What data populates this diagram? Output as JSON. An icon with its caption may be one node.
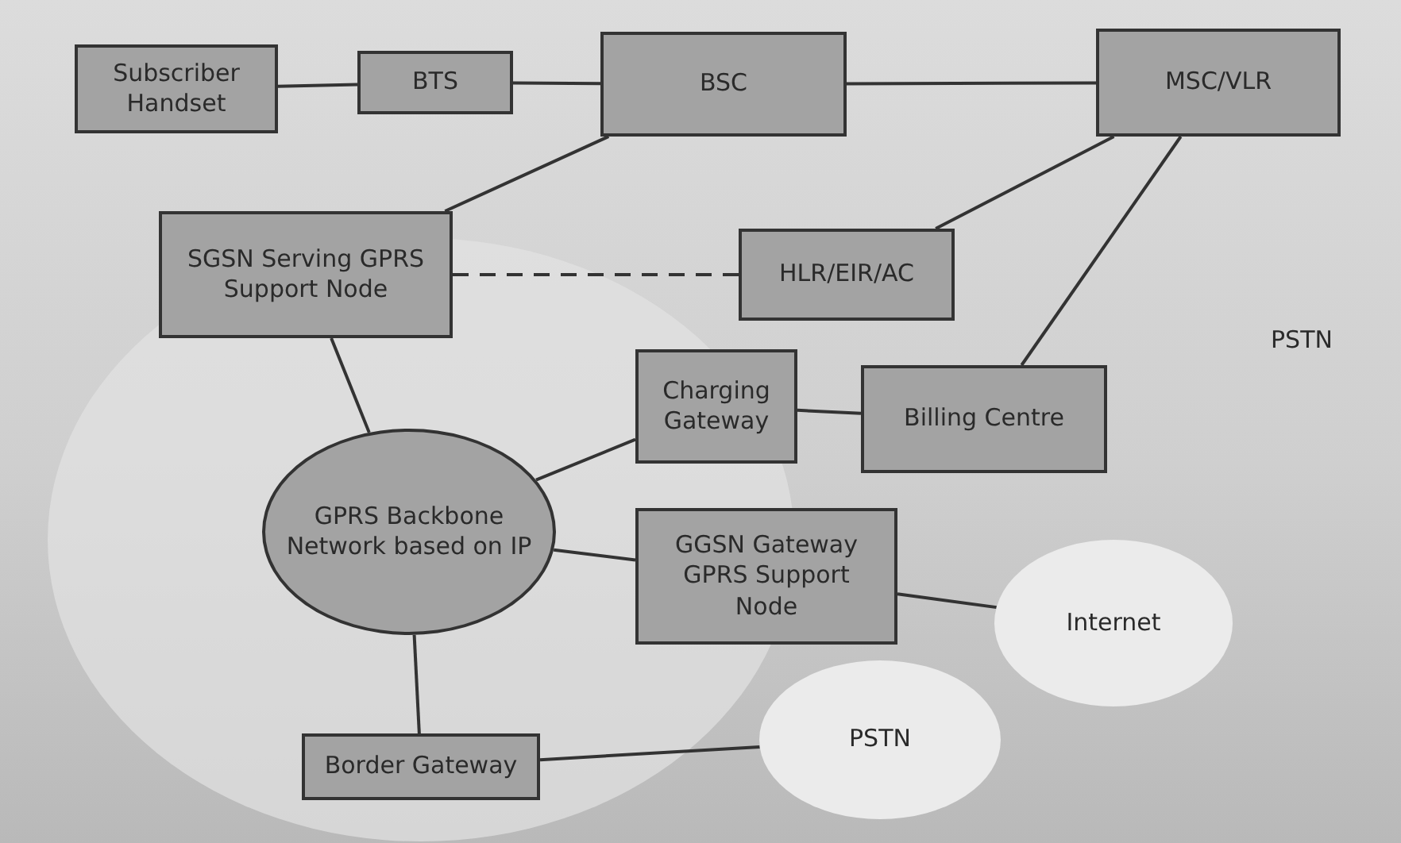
{
  "diagram": {
    "nodes": [
      {
        "text": [
          "Subscriber Handset"
        ]
      },
      {
        "text": [
          "BTS"
        ]
      },
      {
        "text": [
          "BSC"
        ]
      },
      {
        "text": [
          "MSC/VLR"
        ]
      },
      {
        "text": [
          "SGSN Serving GPRS Support Node"
        ]
      },
      {
        "text": [
          "HLR/EIR/AC"
        ]
      },
      {
        "text": [
          "Charging Gateway"
        ]
      },
      {
        "text": [
          "Billing Centre"
        ]
      },
      {
        "text": [
          "GPRS Backbone Network based on IP"
        ]
      },
      {
        "text": [
          "GGSN Gateway GPRS Support Node"
        ]
      },
      {
        "text": [
          "Internet"
        ]
      },
      {
        "text": [
          "Border Gateway"
        ]
      },
      {
        "text": [
          "PSTN"
        ]
      }
    ],
    "edges": [
      {
        "from": 0,
        "to": 1,
        "arrow": "none"
      },
      {
        "from": 1,
        "to": 2,
        "arrow": "none"
      },
      {
        "from": 2,
        "to": 3,
        "arrow": "none"
      },
      {
        "from": 2,
        "to": 4,
        "arrow": "none"
      },
      {
        "from": 3,
        "to": 5,
        "arrow": "none"
      },
      {
        "from": 3,
        "to": 7,
        "arrow": "none"
      },
      {
        "from": 4,
        "to": 5,
        "arrow": "none",
        "style": "dashed"
      },
      {
        "from": 4,
        "to": 8,
        "arrow": "none"
      },
      {
        "from": 8,
        "to": 6,
        "arrow": "none"
      },
      {
        "from": 6,
        "to": 7,
        "arrow": "none"
      },
      {
        "from": 8,
        "to": 9,
        "arrow": "none"
      },
      {
        "from": 9,
        "to": 10,
        "arrow": "none"
      },
      {
        "from": 8,
        "to": 11,
        "arrow": "none"
      },
      {
        "from": 11,
        "to": 12,
        "arrow": "none"
      }
    ],
    "labels": [
      "PSTN"
    ]
  }
}
